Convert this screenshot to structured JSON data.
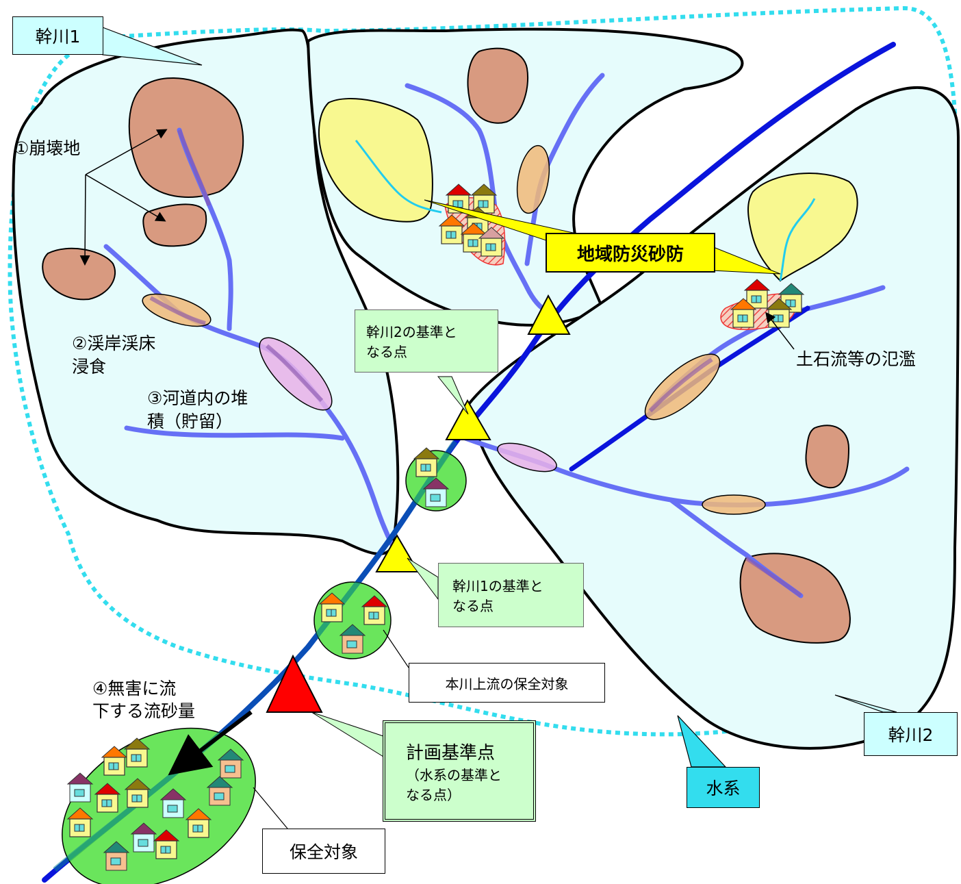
{
  "labels": {
    "kanbetsu1": "幹川1",
    "kanbetsu2": "幹川2",
    "suikei": "水系",
    "collapse": "①崩壊地",
    "erosion_line1": "②渓岸渓床",
    "erosion_line2": "浸食",
    "deposit_line1": "③河道内の堆",
    "deposit_line2": "積（貯留）",
    "harmless_line1": "④無害に流",
    "harmless_line2": "下する流砂量",
    "local_sabo": "地域防災砂防",
    "debris_flood": "土石流等の氾濫",
    "ref2_line1": "幹川2の基準と",
    "ref2_line2": "なる点",
    "ref1_line1": "幹川1の基準と",
    "ref1_line2": "なる点",
    "upstream_target": "本川上流の保全対象",
    "plan_point_title": "計画基準点",
    "plan_point_line1": "（水系の基準と",
    "plan_point_line2": "なる点）",
    "protect_target": "保全対象"
  },
  "colors": {
    "basin_fill": "#e6fcfc",
    "collapse_fill": "#d89a80",
    "river_main": "#0a14dc",
    "river_branch": "#6670f5",
    "deposit_orange": "#f0b878",
    "deposit_pink": "#e8b0e8",
    "yellow_zone": "#f8f890",
    "green_zone": "#50e040",
    "triangle_yellow": "#ffff00",
    "triangle_red": "#ff0000",
    "callout_cyan": "#ccffff",
    "callout_green": "#ccffcc",
    "dotted_cyan": "#33ddee"
  }
}
